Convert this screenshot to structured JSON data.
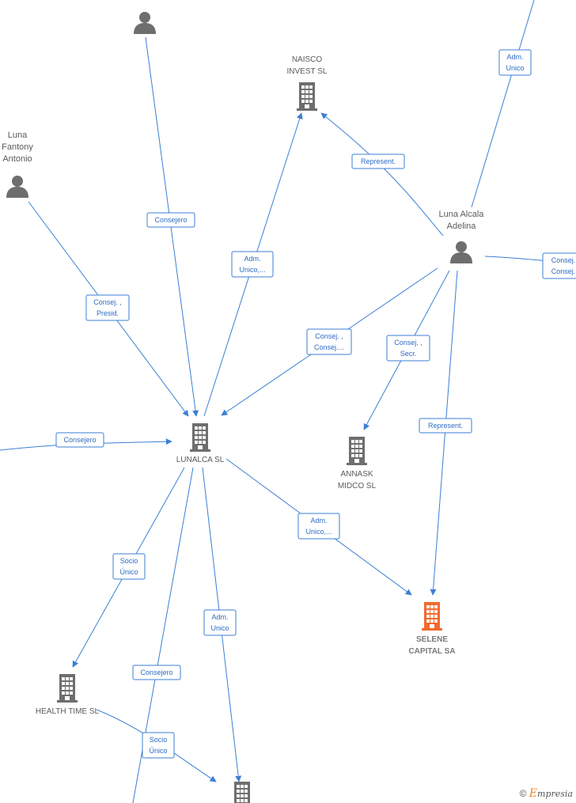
{
  "nodes": [
    {
      "id": "p_top",
      "type": "person",
      "label": []
    },
    {
      "id": "luna_fantony",
      "type": "person",
      "label": [
        "Luna",
        "Fantony",
        "Antonio"
      ]
    },
    {
      "id": "luna_alcala",
      "type": "person",
      "label": [
        "Luna Alcala",
        "Adelina"
      ]
    },
    {
      "id": "naisco",
      "type": "company",
      "label": [
        "NAISCO",
        "INVEST  SL"
      ]
    },
    {
      "id": "lunalca",
      "type": "company",
      "label": [
        "LUNALCA  SL"
      ]
    },
    {
      "id": "annask",
      "type": "company",
      "label": [
        "ANNASK",
        "MIDCO  SL"
      ]
    },
    {
      "id": "selene",
      "type": "company_highlight",
      "label": [
        "SELENE",
        "CAPITAL SA"
      ]
    },
    {
      "id": "health",
      "type": "company",
      "label": [
        "HEALTH TIME SL"
      ]
    },
    {
      "id": "bottom_co",
      "type": "company",
      "label": []
    }
  ],
  "edges": [
    {
      "id": "e1",
      "label": [
        "Consejero"
      ]
    },
    {
      "id": "e2",
      "label": [
        "Consej. ,",
        "Presid."
      ]
    },
    {
      "id": "e3",
      "label": [
        "Adm.",
        "Unico,..."
      ]
    },
    {
      "id": "e4",
      "label": [
        "Represent."
      ]
    },
    {
      "id": "e5",
      "label": [
        "Adm.",
        "Unico"
      ]
    },
    {
      "id": "e6",
      "label": [
        "Consej. ,",
        "Consej...."
      ]
    },
    {
      "id": "e7",
      "label": [
        "Consej. ,",
        "Secr."
      ]
    },
    {
      "id": "e8",
      "label": [
        "Represent."
      ]
    },
    {
      "id": "e9",
      "label": [
        "Consej.",
        "Consej."
      ]
    },
    {
      "id": "e10",
      "label": [
        "Consejero"
      ]
    },
    {
      "id": "e11",
      "label": [
        "Adm.",
        "Unico,..."
      ]
    },
    {
      "id": "e12",
      "label": [
        "Socio",
        "Único"
      ]
    },
    {
      "id": "e13",
      "label": [
        "Adm.",
        "Unico"
      ]
    },
    {
      "id": "e14",
      "label": [
        "Consejero"
      ]
    },
    {
      "id": "e15",
      "label": [
        "Socio",
        "Único"
      ]
    }
  ],
  "colors": {
    "edge": "#3b7fd4",
    "node": "#6e6e6e",
    "highlight": "#f26a2e"
  },
  "copyright": {
    "symbol": "©",
    "brand_initial": "E",
    "brand_rest": "mpresia"
  }
}
